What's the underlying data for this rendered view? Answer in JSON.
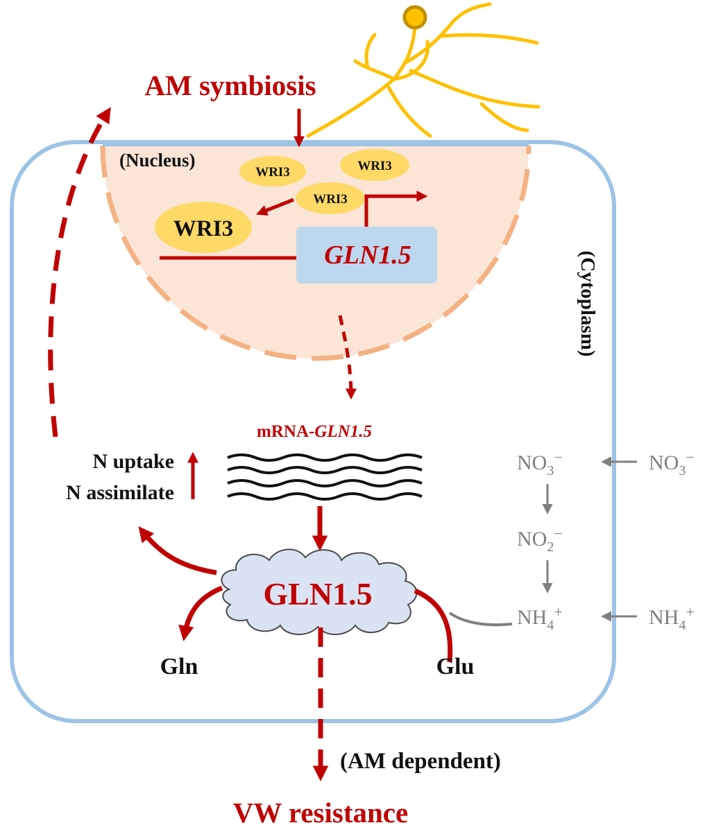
{
  "labels": {
    "am_symbiosis": "AM symbiosis",
    "nucleus": "(Nucleus)",
    "cytoplasm": "(Cytoplasm)",
    "wri3_small_a": "WRI3",
    "wri3_small_b": "WRI3",
    "wri3_small_c": "WRI3",
    "wri3_large": "WRI3",
    "gene": "GLN1.5",
    "mrna_prefix": "mRNA-",
    "mrna_gene": "GLN1.5",
    "n_uptake": "N uptake",
    "n_assimilate": "N assimilate",
    "protein": "GLN1.5",
    "gln": "Gln",
    "glu": "Glu",
    "am_dependent": "(AM dependent)",
    "vw_resistance": "VW resistance"
  },
  "nitrogen": {
    "no3_inside": {
      "base": "NO",
      "sub": "3",
      "sup": "−"
    },
    "no3_outside": {
      "base": "NO",
      "sub": "3",
      "sup": "−"
    },
    "no2": {
      "base": "NO",
      "sub": "2",
      "sup": "−"
    },
    "nh4_inside": {
      "base": "NH",
      "sub": "4",
      "sup": "+"
    },
    "nh4_outside": {
      "base": "NH",
      "sub": "4",
      "sup": "+"
    }
  },
  "colors": {
    "accent_red": "#c00000",
    "cell_border": "#9dc3e6",
    "nucleus_fill": "#fbe5d6",
    "nucleus_border": "#f4b183",
    "wri3_fill": "#ffd966",
    "gene_box": "#bdd7ee",
    "protein_cloud": "#dae3f3",
    "grey": "#7f7f7f",
    "hypha": "#ffc000",
    "spore_center": "#c09000"
  }
}
